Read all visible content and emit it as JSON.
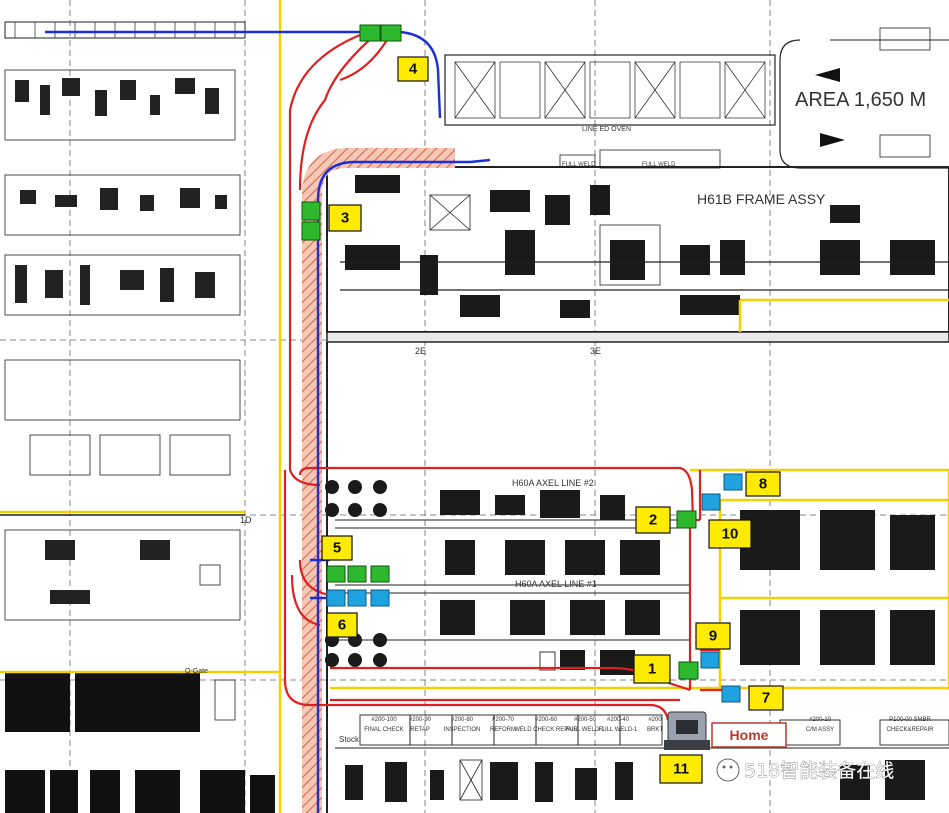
{
  "title_text": "AREA 1,650 M",
  "frame_assy_label": "H61B FRAME ASSY",
  "line_oven_label": "LINE ED OVEN",
  "axel_line_2_label": "H60A AXEL LINE #2",
  "axel_line_1_label": "H60A AXEL LINE #1",
  "gate_label": "O-Gate",
  "grid_labels": [
    "2E",
    "3E",
    "1D"
  ],
  "markers": [
    {
      "id": "m1",
      "label": "1"
    },
    {
      "id": "m2",
      "label": "2"
    },
    {
      "id": "m3",
      "label": "3"
    },
    {
      "id": "m4",
      "label": "4"
    },
    {
      "id": "m5",
      "label": "5"
    },
    {
      "id": "m6",
      "label": "6"
    },
    {
      "id": "m7",
      "label": "7"
    },
    {
      "id": "m8",
      "label": "8"
    },
    {
      "id": "m9",
      "label": "9"
    },
    {
      "id": "m10",
      "label": "10"
    },
    {
      "id": "m11",
      "label": "11"
    }
  ],
  "home_label": "Home",
  "stations": [
    {
      "code": "#200-100",
      "name": "FINAL CHECK"
    },
    {
      "code": "#200-90",
      "name": "RETAP"
    },
    {
      "code": "#200-80",
      "name": "INSPECTION"
    },
    {
      "code": "#200-70",
      "name": "REFORM"
    },
    {
      "code": "#200-60",
      "name": "WELD CHECK REPAIR"
    },
    {
      "code": "#200-50",
      "name": "FULL WELD-1"
    },
    {
      "code": "#200-40",
      "name": "FULL WELD-1"
    },
    {
      "code": "#200",
      "name": "BRKT"
    },
    {
      "code": "#200-10",
      "name": "C/M ASSY"
    },
    {
      "code": "P100-00 SMBR",
      "name": "CHECK&REPAIR"
    }
  ],
  "stock_label": "Stock",
  "full_weld_labels": [
    "FULL WELD",
    "FULL WELD"
  ],
  "watermark": "518智能装备在线",
  "colors": {
    "route_red": "#e02020",
    "route_blue": "#1c2fd8",
    "route_hatch": "#e07050",
    "boundary_yellow": "#f5d000",
    "marker_yellow": "#ffeb00",
    "station_green": "#2db82d",
    "station_blue": "#1fa3e0",
    "home_red": "#c0392b"
  }
}
